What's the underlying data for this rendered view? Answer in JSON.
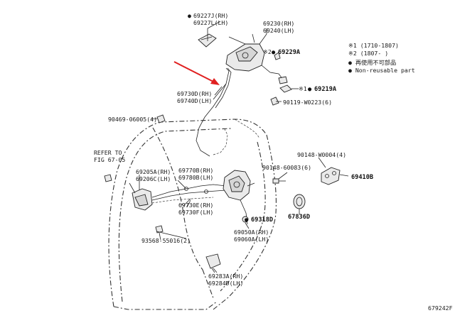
{
  "labels": {
    "p69227j": "69227J(RH)",
    "p69227l": "69227L(LH)",
    "p69230": "69230(RH)",
    "p69240": "69240(LH)",
    "p69229a": "69229A",
    "p69219a": "69219A",
    "p90119": "90119-W0223(6)",
    "p69730d": "69730D(RH)",
    "p69740d": "69740D(LH)",
    "p90469": "90469-06005(4)",
    "refer1": "REFER TO",
    "refer2": "FIG 67-05",
    "p69205a": "69205A(RH)",
    "p69206c": "69206C(LH)",
    "p69770b": "69770B(RH)",
    "p69780b": "69780B(LH)",
    "p69730e": "69730E(RH)",
    "p69730f": "69730F(LH)",
    "p90148a": "90148-W0004(4)",
    "p90148b": "90148-60083(6)",
    "p69410b": "69410B",
    "p69318d": "69318D",
    "p67836d": "67836D",
    "p69050a": "69050A(RH)",
    "p69060a": "69060A(LH)",
    "p93568": "93568-55016(2)",
    "p69283a": "69283A(RH)",
    "p69284d": "69284D(LH)",
    "mark1": "※1",
    "mark2": "※2",
    "mark3": "※1",
    "dot": "●"
  },
  "legend": {
    "line1": "※1 (1710-1807)",
    "line2": "※2 (1807-    )",
    "line3": "● 再使用不可部品",
    "line4": "● Non-reusable part"
  },
  "footer_code": "679242F",
  "colors": {
    "arrow": "#e02020",
    "ink": "#222222"
  }
}
